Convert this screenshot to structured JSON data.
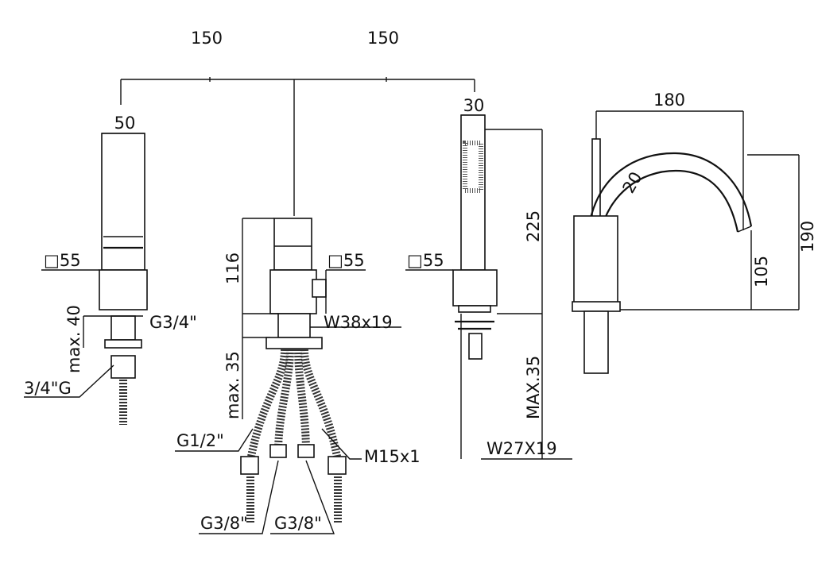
{
  "drawing": {
    "top_dims": [
      "150",
      "150"
    ],
    "hand_shower_holder": {
      "width": "50",
      "square": "□55",
      "height": "max. 40",
      "thread_top": "G3/4\"",
      "thread_bottom": "3/4\"G"
    },
    "mixer": {
      "height": "116",
      "depth": "max. 35",
      "square": "□55",
      "nut": "W38x19",
      "inlet": "G1/2\"",
      "outlet": "M15x1",
      "connections": [
        "G3/8\"",
        "G3/8\""
      ]
    },
    "hand_shower": {
      "width": "30",
      "square": "□55",
      "length": "225",
      "depth": "MAX.35",
      "nut": "W27X19"
    },
    "spout": {
      "reach": "180",
      "diameter": "20",
      "outlet_height": "105",
      "total_height": "190"
    }
  }
}
